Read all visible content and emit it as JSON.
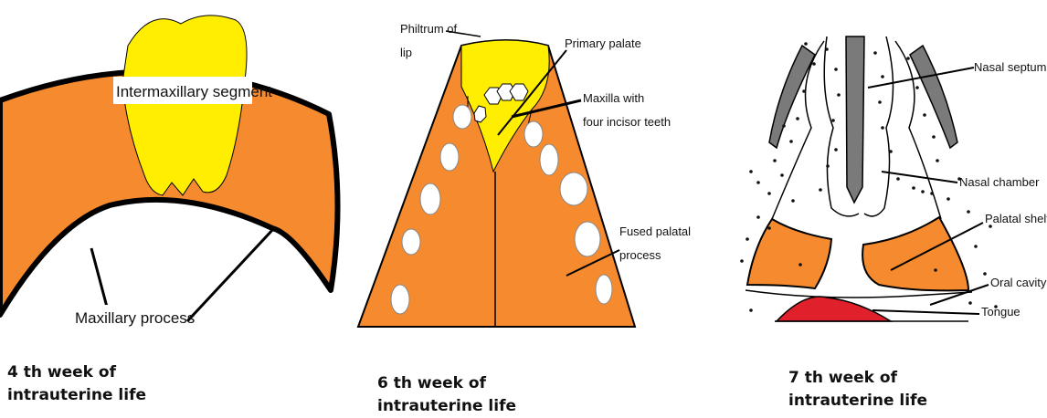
{
  "panels": [
    {
      "caption_line1": "4 th week of",
      "caption_line2": "intrauterine life",
      "labels": {
        "intermaxillary": "Intermaxillary segment",
        "maxillary": "Maxillary process"
      }
    },
    {
      "caption_line1": "6 th week of",
      "caption_line2": "intrauterine life",
      "labels": {
        "philtrum_1": "Philtrum of",
        "philtrum_2": "lip",
        "primary_palate": "Primary palate",
        "maxilla_1": "Maxilla with",
        "maxilla_2": "four incisor teeth",
        "fused_1": "Fused palatal",
        "fused_2": "process"
      }
    },
    {
      "caption_line1": "7 th week of",
      "caption_line2": "intrauterine life",
      "labels": {
        "nasal_septum": "Nasal septum",
        "nasal_chamber": "Nasal chamber",
        "palatal_shelf": "Palatal shelf",
        "oral_cavity": "Oral cavity",
        "tongue": "Tongue"
      }
    }
  ],
  "colors": {
    "orange": "#f58a2e",
    "yellow": "#ffee00",
    "red": "#e0202a",
    "grey": "#7a7a7a",
    "outline": "#000000"
  }
}
